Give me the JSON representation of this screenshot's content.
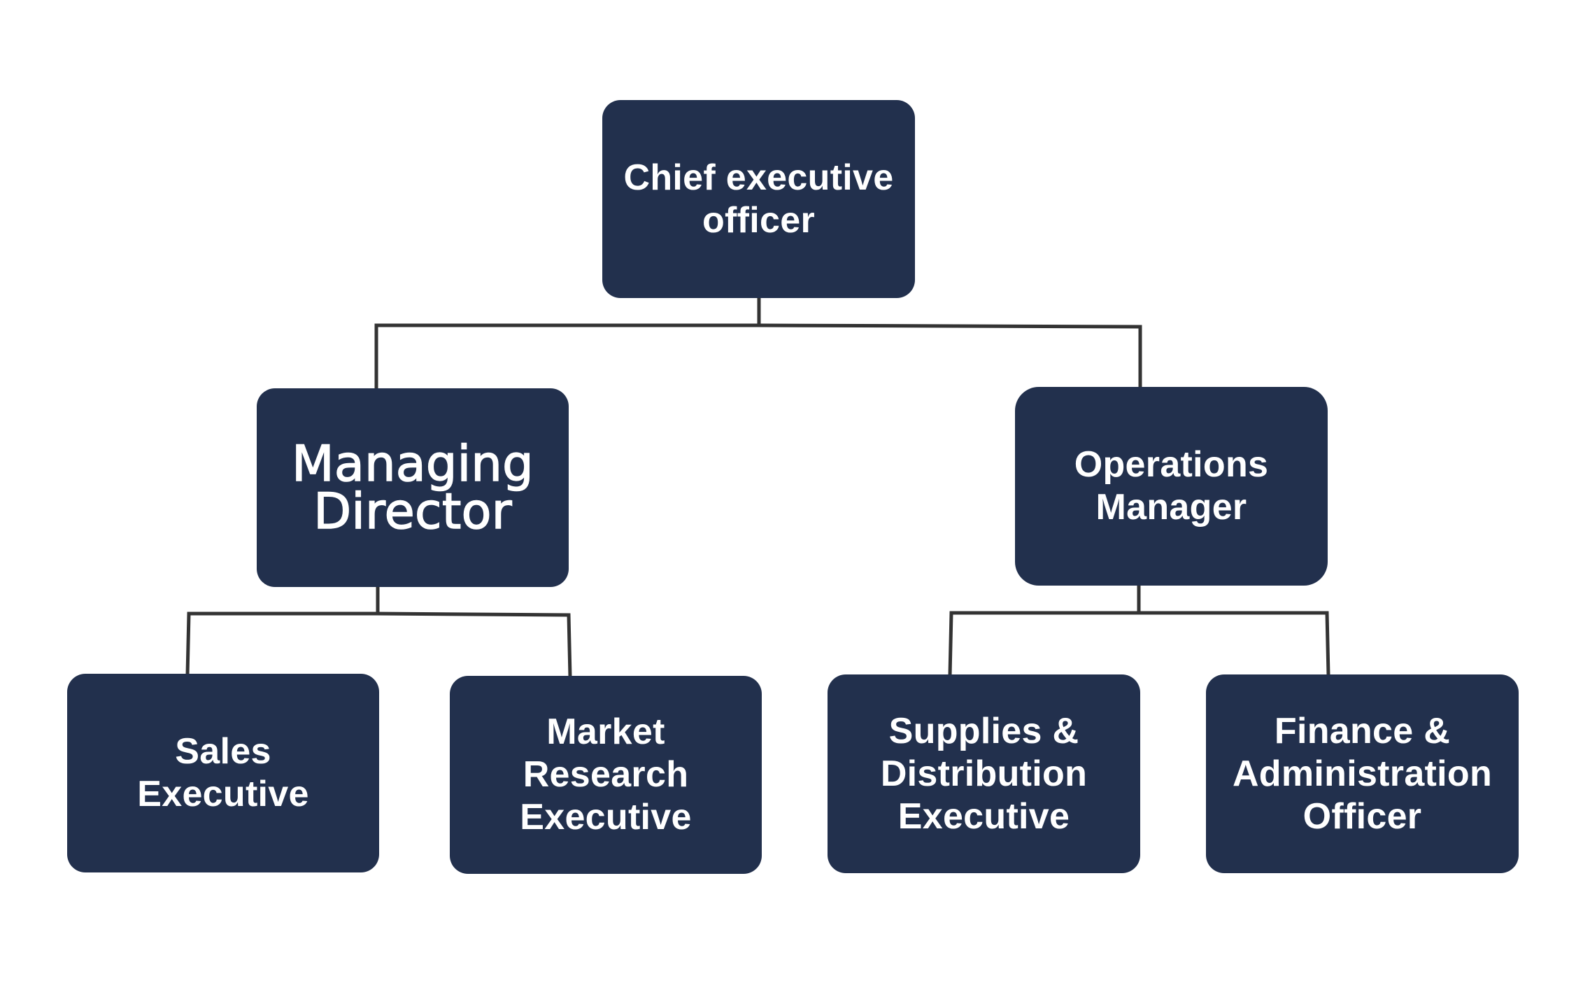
{
  "nodes": {
    "ceo": {
      "label": "Chief executive\nofficer"
    },
    "managing_director": {
      "label": "Managing\nDirector"
    },
    "operations_manager": {
      "label": "Operations\nManager"
    },
    "sales_executive": {
      "label": "Sales\nExecutive"
    },
    "market_research_executive": {
      "label": "Market\nResearch\nExecutive"
    },
    "supplies_distribution_executive": {
      "label": "Supplies &\nDistribution\nExecutive"
    },
    "finance_administration_officer": {
      "label": "Finance &\nAdministration\nOfficer"
    }
  },
  "edges": [
    {
      "from": "ceo",
      "to": "managing_director"
    },
    {
      "from": "ceo",
      "to": "operations_manager"
    },
    {
      "from": "managing_director",
      "to": "sales_executive"
    },
    {
      "from": "managing_director",
      "to": "market_research_executive"
    },
    {
      "from": "operations_manager",
      "to": "supplies_distribution_executive"
    },
    {
      "from": "operations_manager",
      "to": "finance_administration_officer"
    }
  ],
  "colors": {
    "node_fill": "#22304d",
    "node_text": "#ffffff",
    "connector": "#333333",
    "background": "#ffffff"
  }
}
